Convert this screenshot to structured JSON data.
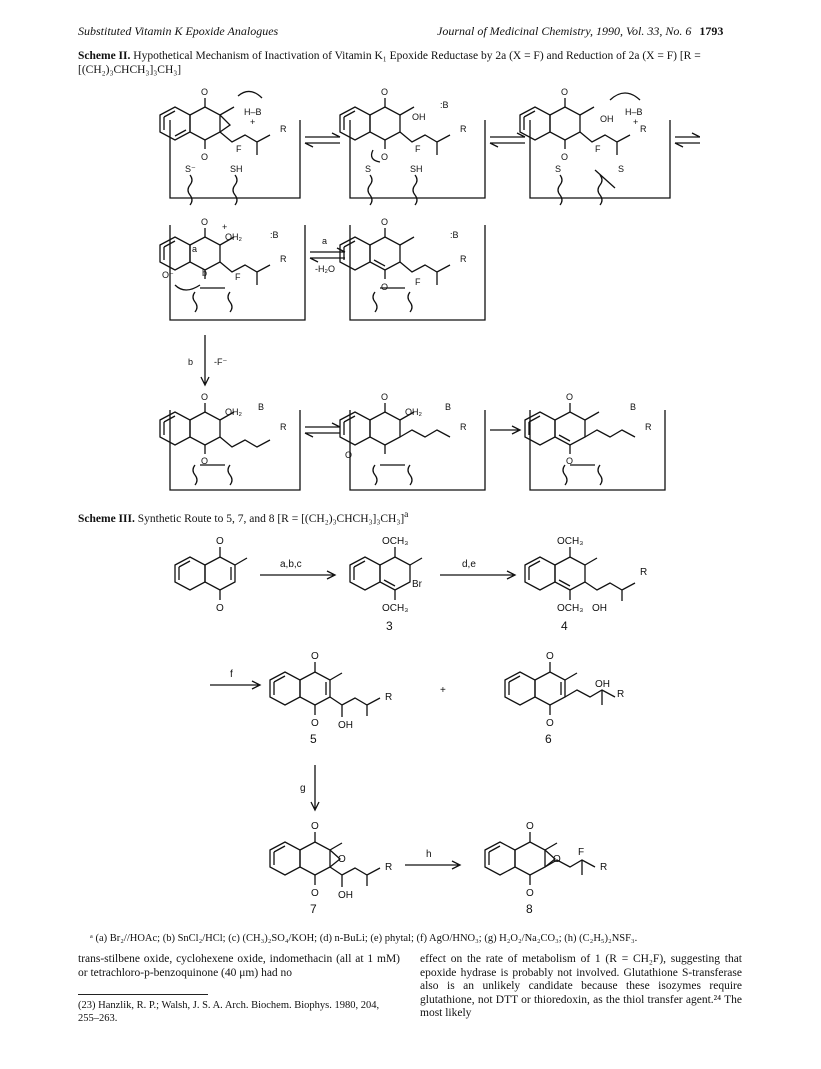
{
  "header": {
    "left": "Substituted Vitamin K Epoxide Analogues",
    "right": "Journal of Medicinal Chemistry, 1990, Vol. 33, No. 6",
    "page": "1793"
  },
  "scheme2": {
    "label": "Scheme II.",
    "title": "Hypothetical Mechanism of Inactivation of Vitamin K₁ Epoxide Reductase by 2a (X = F) and Reduction of 2a (X = F) [R = [(CH₂)₃CHCH₃]₃CH₃]",
    "labels": {
      "base_top": "H–B",
      "base": ":B",
      "plus": "+",
      "oh2": "OH₂",
      "oh": "OH",
      "o_minus": "O⁻",
      "f": "F",
      "r": "R",
      "o": "O",
      "s_minus": "S⁻",
      "sh": "SH",
      "s": "S",
      "step_a": "a",
      "minus_h2o": "-H₂O",
      "step_b": "b",
      "minus_f": "-F⁻",
      "b_lower": "b",
      "a_lower": "a",
      "o_anion": "O",
      "b_wavy": "B"
    }
  },
  "scheme3": {
    "label": "Scheme III.",
    "title": "Synthetic Route to 5, 7, and 8 [R = [(CH₂)₃CHCH₃]₃CH₃]",
    "title_sup": "a",
    "labels": {
      "step_abc": "a,b,c",
      "step_de": "d,e",
      "step_f": "f",
      "step_g": "g",
      "step_h": "h",
      "och3": "OCH₃",
      "br": "Br",
      "oh": "OH",
      "r": "R",
      "f": "F",
      "o": "O",
      "plus": "+",
      "cpd3": "3",
      "cpd4": "4",
      "cpd5": "5",
      "cpd6": "6",
      "cpd7": "7",
      "cpd8": "8"
    },
    "footnote": "ᵃ (a) Br₂//HOAc; (b) SnCl₂/HCl; (c) (CH₃)₂SO₄/KOH; (d) n-BuLi; (e) phytal; (f) AgO/HNO₃; (g) H₂O₂/Na₂CO₃; (h) (C₂H₅)₂NSF₃."
  },
  "body": {
    "left_col": "trans-stilbene oxide, cyclohexene oxide, indomethacin (all at 1 mM) or tetrachloro-p-benzoquinone (40 μm) had no",
    "right_col": "effect on the rate of metabolism of 1 (R = CH₂F), suggesting that epoxide hydrase is probably not involved. Glutathione S-transferase also is an unlikely candidate because these isozymes require glutathione, not DTT or thioredoxin, as the thiol transfer agent.²⁴ The most likely",
    "footnote_ref": "(23) Hanzlik, R. P.; Walsh, J. S. A. Arch. Biochem. Biophys. 1980, 204, 255–263."
  }
}
